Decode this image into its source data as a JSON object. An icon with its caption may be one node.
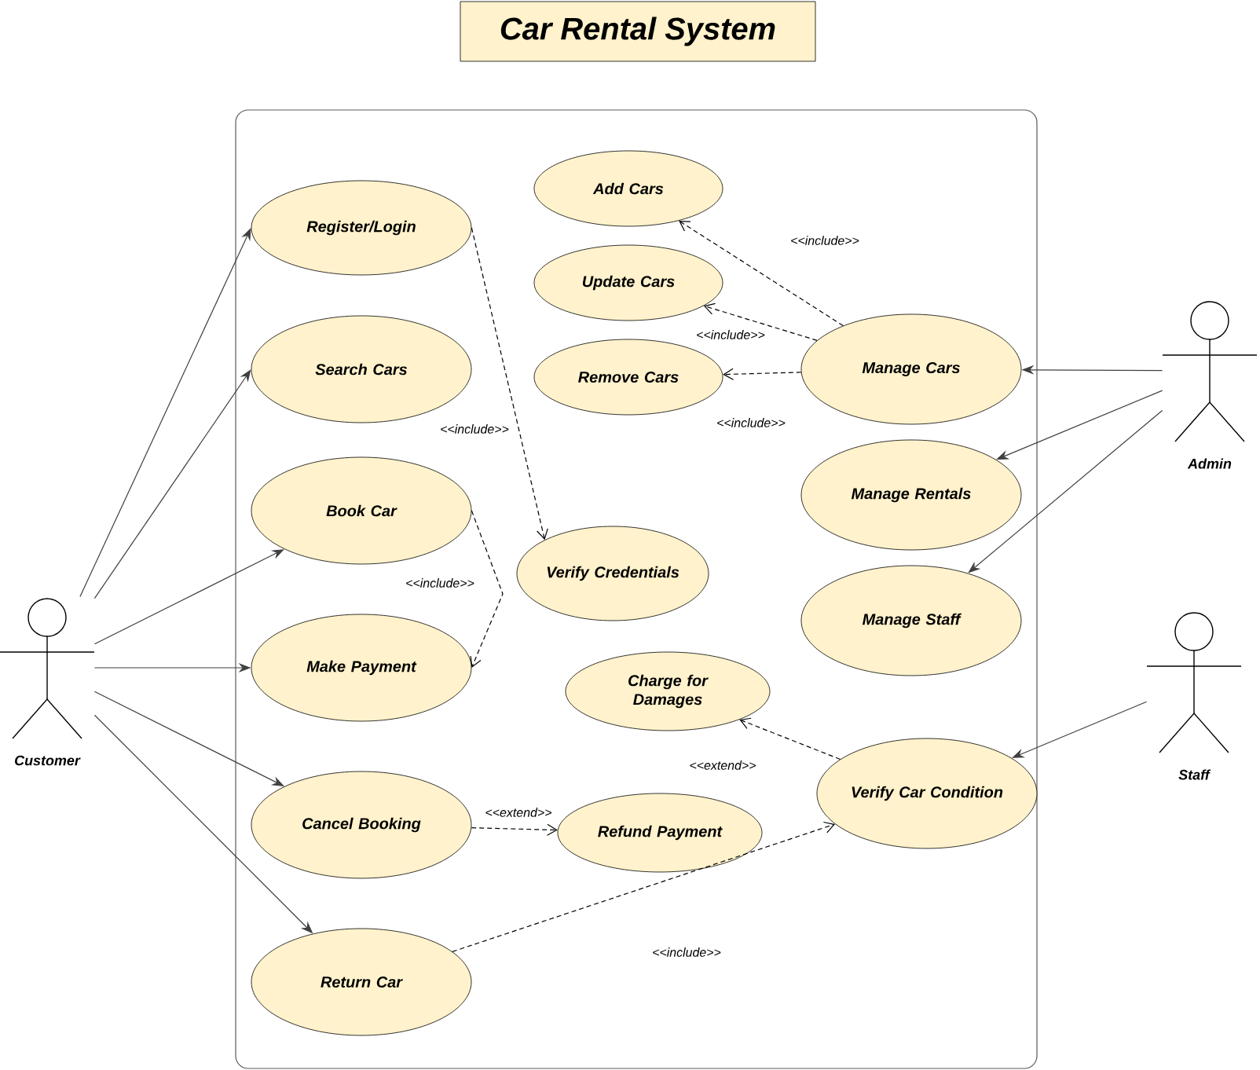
{
  "diagram": {
    "title": "Car Rental System",
    "nodes": [
      {
        "text": [],
        "shape": "box"
      },
      {
        "text": [
          "Customer"
        ]
      },
      {
        "text": [
          "Admin"
        ]
      },
      {
        "text": [
          "Staff"
        ]
      },
      {
        "text": [
          "Register/Login"
        ],
        "in": 0
      },
      {
        "text": [
          "Search Cars"
        ],
        "in": 0
      },
      {
        "text": [
          "Book Car"
        ],
        "in": 0
      },
      {
        "text": [
          "Make Payment"
        ],
        "in": 0
      },
      {
        "text": [
          "Cancel Booking"
        ],
        "in": 0
      },
      {
        "text": [
          "Return Car"
        ],
        "in": 0
      },
      {
        "text": [
          "Add Cars"
        ],
        "in": 0
      },
      {
        "text": [
          "Update Cars"
        ],
        "in": 0
      },
      {
        "text": [
          "Remove Cars"
        ],
        "in": 0
      },
      {
        "text": [
          "Manage Cars"
        ],
        "in": 0
      },
      {
        "text": [
          "Manage Rentals"
        ],
        "in": 0
      },
      {
        "text": [
          "Manage Staff"
        ],
        "in": 0
      },
      {
        "text": [
          "Verify Credentials"
        ],
        "in": 0
      },
      {
        "text": [
          "Charge for Damages"
        ],
        "in": 0
      },
      {
        "text": [
          "Refund Payment"
        ],
        "in": 0
      },
      {
        "text": [
          "Verify Car Condition"
        ],
        "in": 0
      }
    ],
    "edges": [
      {
        "from": 1,
        "to": 4,
        "arrow": "to"
      },
      {
        "from": 1,
        "to": 5,
        "arrow": "to"
      },
      {
        "from": 1,
        "to": 6,
        "arrow": "to"
      },
      {
        "from": 1,
        "to": 7,
        "arrow": "to"
      },
      {
        "from": 1,
        "to": 8,
        "arrow": "to"
      },
      {
        "from": 1,
        "to": 9,
        "arrow": "to"
      },
      {
        "from": 2,
        "to": 13,
        "arrow": "to"
      },
      {
        "from": 2,
        "to": 14,
        "arrow": "to"
      },
      {
        "from": 2,
        "to": 15,
        "arrow": "to"
      },
      {
        "from": 3,
        "to": 19,
        "arrow": "to"
      },
      {
        "from": 13,
        "to": 10,
        "arrow": "to",
        "label": "<<include>>",
        "style": "dashed"
      },
      {
        "from": 13,
        "to": 11,
        "arrow": "to",
        "label": "<<include>>",
        "style": "dashed"
      },
      {
        "from": 13,
        "to": 12,
        "arrow": "to",
        "label": "<<include>>",
        "style": "dashed"
      },
      {
        "from": 4,
        "to": 16,
        "arrow": "to",
        "label": "<<include>>",
        "style": "dashed"
      },
      {
        "from": 6,
        "to": 7,
        "arrow": "to",
        "label": "<<include>>",
        "style": "dashed"
      },
      {
        "from": 19,
        "to": 17,
        "arrow": "to",
        "label": "<<extend>>",
        "style": "dashed"
      },
      {
        "from": 8,
        "to": 18,
        "arrow": "to",
        "label": "<<extend>>",
        "style": "dashed"
      },
      {
        "from": 9,
        "to": 19,
        "arrow": "to",
        "label": "<<include>>",
        "style": "dashed"
      }
    ]
  }
}
